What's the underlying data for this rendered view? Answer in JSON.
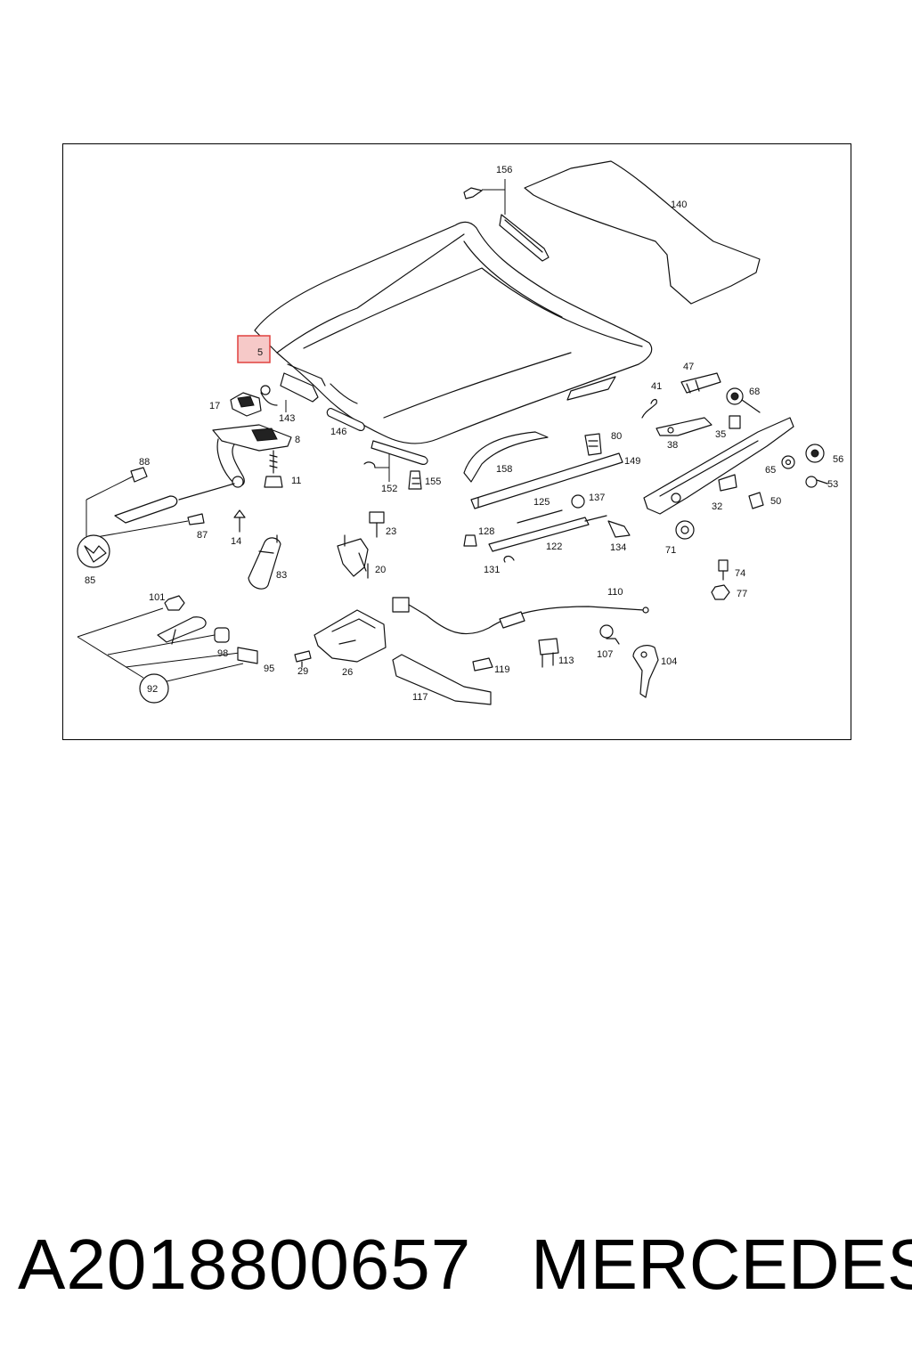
{
  "diagram": {
    "highlighted_part": "5",
    "highlight_color": "#e0413f",
    "highlight_fill": "#f6c9c8",
    "labels": {
      "l5": "5",
      "l156": "156",
      "l140": "140",
      "l17": "17",
      "l143": "143",
      "l146": "146",
      "l8": "8",
      "l88": "88",
      "l11": "11",
      "l87": "87",
      "l85": "85",
      "l14": "14",
      "l83": "83",
      "l23": "23",
      "l20": "20",
      "l152": "152",
      "l155": "155",
      "l158": "158",
      "l80": "80",
      "l149": "149",
      "l47": "47",
      "l41": "41",
      "l68": "68",
      "l38": "38",
      "l35": "35",
      "l56": "56",
      "l65": "65",
      "l53": "53",
      "l32": "32",
      "l50": "50",
      "l125": "125",
      "l137": "137",
      "l128": "128",
      "l122": "122",
      "l134": "134",
      "l71": "71",
      "l131": "131",
      "l74": "74",
      "l77": "77",
      "l101": "101",
      "l98": "98",
      "l95": "95",
      "l92": "92",
      "l29": "29",
      "l26": "26",
      "l110": "110",
      "l119": "119",
      "l113": "113",
      "l107": "107",
      "l104": "104",
      "l117": "117"
    }
  },
  "caption": {
    "part_number": "A2018800657",
    "brand": "MERCEDES"
  }
}
